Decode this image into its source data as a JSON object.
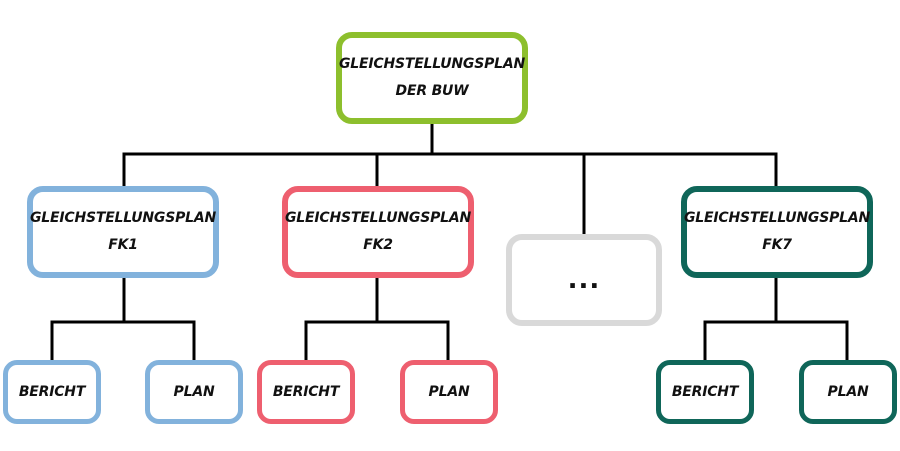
{
  "colors": {
    "root": "#8dbf2d",
    "fk1": "#82b2dc",
    "fk2": "#ee5f6f",
    "placeholder": "#d9d9d9",
    "fk7": "#0f6659",
    "connector": "#000000"
  },
  "root": {
    "line1": "GLEICHSTELLUNGSPLAN",
    "line2": "DER BUW"
  },
  "fk1": {
    "line1": "GLEICHSTELLUNGSPLAN",
    "line2": "FK1",
    "children": {
      "report": "BERICHT",
      "plan": "PLAN"
    }
  },
  "fk2": {
    "line1": "GLEICHSTELLUNGSPLAN",
    "line2": "FK2",
    "children": {
      "report": "BERICHT",
      "plan": "PLAN"
    }
  },
  "placeholder": {
    "label": "..."
  },
  "fk7": {
    "line1": "GLEICHSTELLUNGSPLAN",
    "line2": "FK7",
    "children": {
      "report": "BERICHT",
      "plan": "PLAN"
    }
  }
}
